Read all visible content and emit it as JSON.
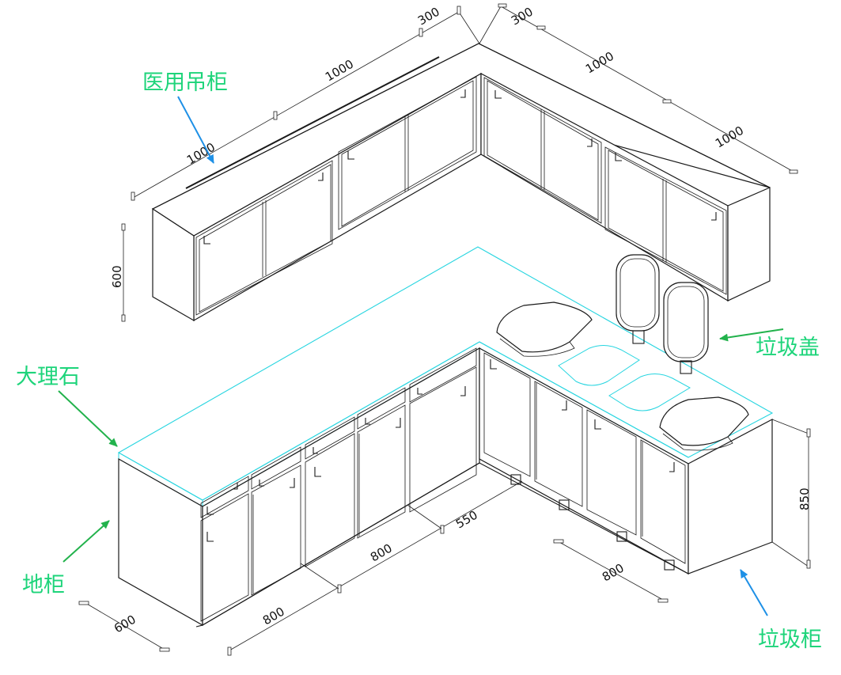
{
  "labels": {
    "wall_cabinet": "医用吊柜",
    "marble": "大理石",
    "floor_cabinet": "地柜",
    "trash_lid": "垃圾盖",
    "trash_cabinet": "垃圾柜"
  },
  "dimensions": {
    "wall_depth_left": "300",
    "wall_depth_right": "300",
    "wall_len_1": "1000",
    "wall_len_2": "1000",
    "wall_len_3": "1000",
    "wall_len_4": "1000",
    "wall_height": "600",
    "floor_depth": "600",
    "floor_len_1": "800",
    "floor_len_2": "800",
    "floor_len_3": "550",
    "floor_len_4": "800",
    "floor_height": "850"
  },
  "colors": {
    "label_green": "#1dd47a",
    "arrow_blue": "#1e90e6",
    "arrow_green": "#22b24c",
    "countertop_cyan": "#26d5e0"
  }
}
